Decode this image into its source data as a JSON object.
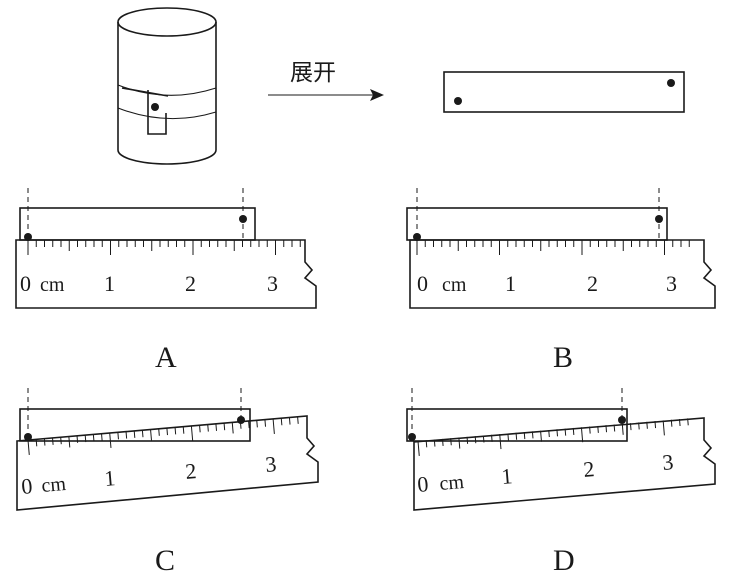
{
  "arrow_label": "展开",
  "rulers": [
    {
      "id": "A",
      "label": "A",
      "zero": "0",
      "unit": "cm",
      "n1": "1",
      "n2": "2",
      "n3": "3"
    },
    {
      "id": "B",
      "label": "B",
      "zero": "0",
      "unit": "cm",
      "n1": "1",
      "n2": "2",
      "n3": "3"
    },
    {
      "id": "C",
      "label": "C",
      "zero": "0",
      "unit": "cm",
      "n1": "1",
      "n2": "2",
      "n3": "3"
    },
    {
      "id": "D",
      "label": "D",
      "zero": "0",
      "unit": "cm",
      "n1": "1",
      "n2": "2",
      "n3": "3"
    }
  ]
}
